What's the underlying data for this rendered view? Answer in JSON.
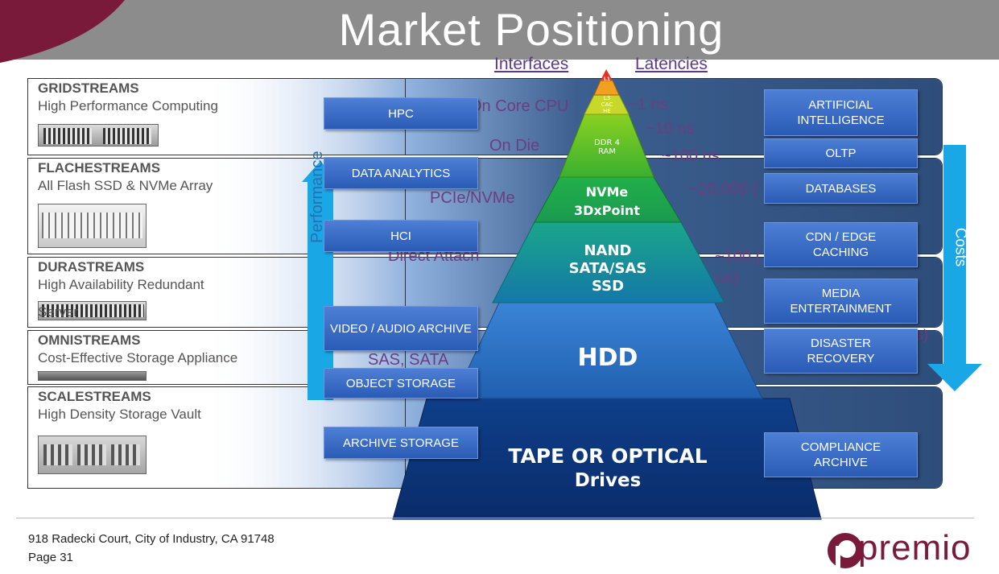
{
  "title": "Market Positioning",
  "top_links": {
    "interfaces": "Interfaces",
    "latencies": "Latencies"
  },
  "rows": [
    {
      "name": "GRIDSTREAMS",
      "desc": "High Performance Computing"
    },
    {
      "name": "FLACHESTREAMS",
      "desc": "All Flash SSD & NVMe Array"
    },
    {
      "name": "DURASTREAMS",
      "desc": "High Availability Redundant",
      "desc2": "Server"
    },
    {
      "name": "OMNISTREAMS",
      "desc": "Cost-Effective Storage Appliance"
    },
    {
      "name": "SCALESTREAMS",
      "desc": "High Density Storage Vault"
    }
  ],
  "left_boxes": [
    "HPC",
    "DATA ANALYTICS",
    "HCI",
    "VIDEO / AUDIO ARCHIVE",
    "OBJECT STORAGE",
    "ARCHIVE STORAGE"
  ],
  "right_boxes": [
    "ARTIFICIAL INTELLIGENCE",
    "OLTP",
    "DATABASES",
    "CDN / EDGE CACHING",
    "MEDIA ENTERTAINMENT",
    "DISASTER RECOVERY",
    "COMPLIANCE ARCHIVE"
  ],
  "ghost_text": {
    "on_core_cpu": "On Core CPU",
    "on_die": "On Die",
    "pcie_nvme": "PCIe/NVMe",
    "direct_attach": "Direct Attach",
    "sas_sata": "SAS, SATA",
    "lat1": "~1 ns",
    "lat10": "~10 ns",
    "lat100": "~100 ns",
    "lat20000": "~20,000 (",
    "lat100k": "~100,(",
    "us": "us)",
    "us2": "us)"
  },
  "pyramid": {
    "l1": "L1",
    "l3": "L3 CAC HE",
    "ddr": "DDR 4 RAM",
    "nvme": "NVMe",
    "nvme2": "3DxPoint",
    "nand": "NAND",
    "nand2": "SATA/SAS",
    "nand3": "SSD",
    "hdd": "HDD",
    "tape": "TAPE OR OPTICAL",
    "tape2": "Drives"
  },
  "arrows": {
    "performance": "Performance",
    "costs": "Costs"
  },
  "footer": {
    "address": "918 Radecki Court, City of Industry, CA 91748",
    "page": "Page 31",
    "logo": "premio"
  },
  "colors": {
    "header": "#8c8c8c",
    "corner": "#7a1a3a",
    "box": "#3a6cc6",
    "arrow": "#1aa7e6"
  }
}
